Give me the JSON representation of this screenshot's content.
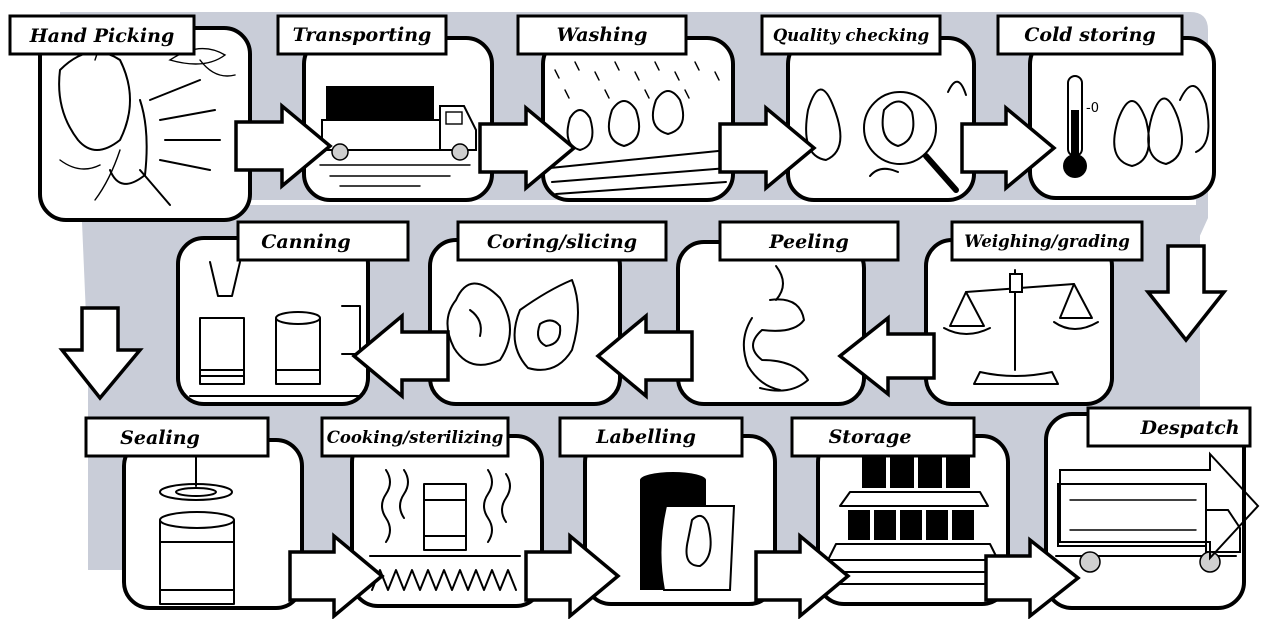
{
  "diagram": {
    "steps": [
      {
        "id": "hand-picking",
        "label": "Hand Picking",
        "icon": "hand-picking-pear-icon"
      },
      {
        "id": "transporting",
        "label": "Transporting",
        "icon": "truck-with-crates-icon"
      },
      {
        "id": "washing",
        "label": "Washing",
        "icon": "washing-pears-icon"
      },
      {
        "id": "quality-checking",
        "label": "Quality checking",
        "icon": "magnifying-glass-pear-icon"
      },
      {
        "id": "cold-storing",
        "label": "Cold storing",
        "icon": "thermometer-pears-icon"
      },
      {
        "id": "weighing-grading",
        "label": "Weighing/grading",
        "icon": "balance-scale-icon"
      },
      {
        "id": "peeling",
        "label": "Peeling",
        "icon": "peeled-pear-icon"
      },
      {
        "id": "coring-slicing",
        "label": "Coring/slicing",
        "icon": "pear-halves-icon"
      },
      {
        "id": "canning",
        "label": "Canning",
        "icon": "cans-filling-icon"
      },
      {
        "id": "sealing",
        "label": "Sealing",
        "icon": "can-sealing-icon"
      },
      {
        "id": "cooking-sterilizing",
        "label": "Cooking/sterilizing",
        "icon": "can-over-flames-icon"
      },
      {
        "id": "labelling",
        "label": "Labelling",
        "icon": "labelled-can-icon"
      },
      {
        "id": "storage",
        "label": "Storage",
        "icon": "stacked-cans-icon"
      },
      {
        "id": "despatch",
        "label": "Despatch",
        "icon": "delivery-truck-icon"
      }
    ],
    "colors": {
      "band": "#c9cdd8",
      "outline": "#000000",
      "panel": "#ffffff"
    },
    "thermometer_mark": "-0"
  }
}
